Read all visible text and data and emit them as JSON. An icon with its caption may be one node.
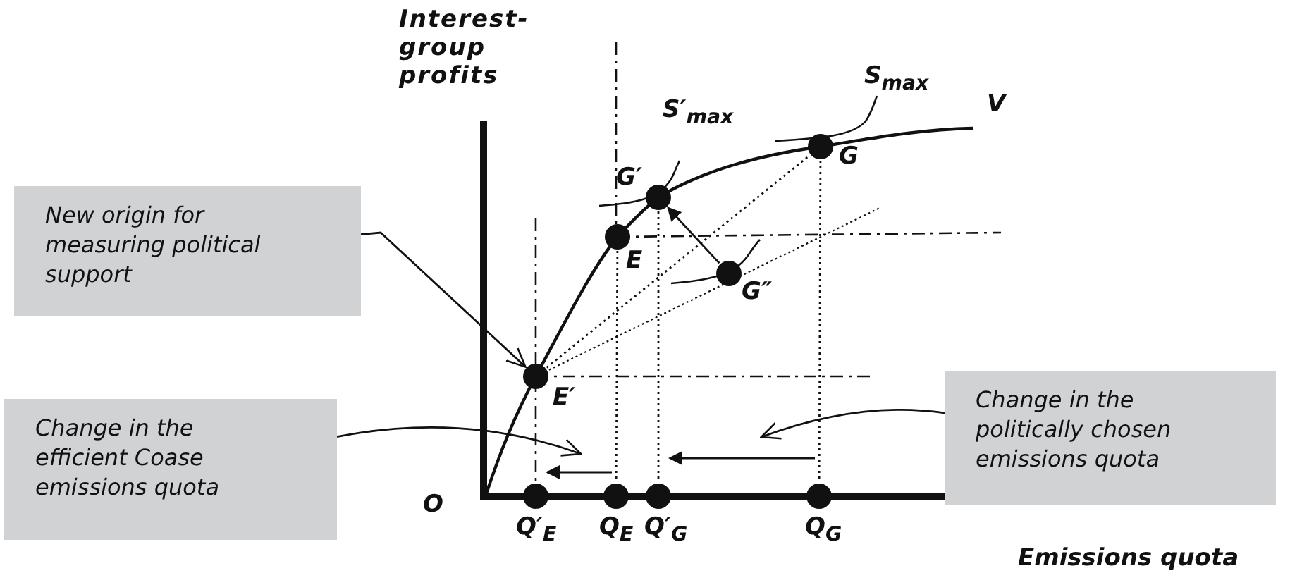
{
  "diagram": {
    "nodes": [
      {
        "text": [
          "New origin for measuring political support"
        ]
      },
      {
        "text": [
          "Change in the efficient Coase emissions quota"
        ]
      },
      {
        "text": [
          "Change in the politically chosen emissions quota"
        ]
      },
      {
        "text": [
          "E′"
        ]
      },
      {
        "text": [
          "E"
        ]
      },
      {
        "text": [
          "G′"
        ]
      },
      {
        "text": [
          "G"
        ]
      },
      {
        "text": [
          "G″"
        ]
      },
      {
        "text": [
          "Q′$_{E}$"
        ]
      },
      {
        "text": [
          "Q$_{E}$"
        ]
      },
      {
        "text": [
          "Q′$_{G}$"
        ]
      },
      {
        "text": [
          "Q$_{G}$"
        ]
      }
    ],
    "edges": [
      {
        "from": 0,
        "to": 3,
        "arrow": "to"
      },
      {
        "from": 1,
        "to": null,
        "arrow": "to"
      },
      {
        "from": 2,
        "to": null,
        "arrow": "to"
      },
      {
        "from": 7,
        "to": 5,
        "arrow": "to"
      },
      {
        "from": 6,
        "to": 11,
        "arrow": "none",
        "style": "dashed"
      },
      {
        "from": 5,
        "to": 10,
        "arrow": "none",
        "style": "dashed"
      },
      {
        "from": 4,
        "to": 9,
        "arrow": "none",
        "style": "dashed"
      },
      {
        "from": 3,
        "to": 6,
        "arrow": "none",
        "style": "dashed"
      },
      {
        "from": 9,
        "to": 8,
        "arrow": "to"
      },
      {
        "from": 11,
        "to": 10,
        "arrow": "to"
      }
    ],
    "labels": [
      "Interest-group profits",
      "S$_{max}$",
      "V",
      "S′$_{max}$",
      "O",
      "Emissions quota"
    ]
  }
}
